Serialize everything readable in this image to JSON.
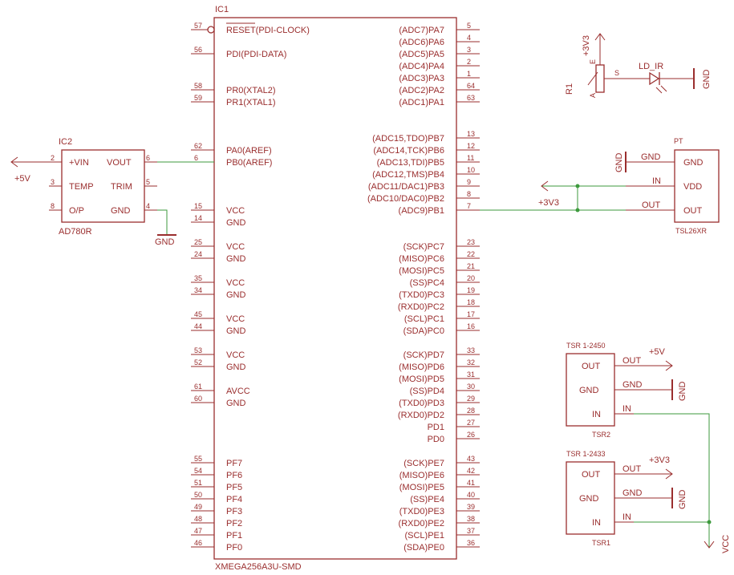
{
  "ic1": {
    "name": "IC1",
    "part": "XMEGA256A3U-SMD",
    "left_pins": [
      {
        "num": "57",
        "label": "RESET(PDI-CLOCK)"
      },
      {
        "num": "56",
        "label": "PDI(PDI-DATA)"
      },
      {
        "num": "58",
        "label": "PR0(XTAL2)"
      },
      {
        "num": "59",
        "label": "PR1(XTAL1)"
      },
      {
        "num": "62",
        "label": "PA0(AREF)"
      },
      {
        "num": "6",
        "label": "PB0(AREF)"
      },
      {
        "num": "15",
        "label": "VCC"
      },
      {
        "num": "14",
        "label": "GND"
      },
      {
        "num": "25",
        "label": "VCC"
      },
      {
        "num": "24",
        "label": "GND"
      },
      {
        "num": "35",
        "label": "VCC"
      },
      {
        "num": "34",
        "label": "GND"
      },
      {
        "num": "45",
        "label": "VCC"
      },
      {
        "num": "44",
        "label": "GND"
      },
      {
        "num": "53",
        "label": "VCC"
      },
      {
        "num": "52",
        "label": "GND"
      },
      {
        "num": "61",
        "label": "AVCC"
      },
      {
        "num": "60",
        "label": "GND"
      },
      {
        "num": "55",
        "label": "PF7"
      },
      {
        "num": "54",
        "label": "PF6"
      },
      {
        "num": "51",
        "label": "PF5"
      },
      {
        "num": "50",
        "label": "PF4"
      },
      {
        "num": "49",
        "label": "PF3"
      },
      {
        "num": "48",
        "label": "PF2"
      },
      {
        "num": "47",
        "label": "PF1"
      },
      {
        "num": "46",
        "label": "PF0"
      }
    ],
    "right_pins": [
      {
        "num": "5",
        "label": "(ADC7)PA7"
      },
      {
        "num": "4",
        "label": "(ADC6)PA6"
      },
      {
        "num": "3",
        "label": "(ADC5)PA5"
      },
      {
        "num": "2",
        "label": "(ADC4)PA4"
      },
      {
        "num": "1",
        "label": "(ADC3)PA3"
      },
      {
        "num": "64",
        "label": "(ADC2)PA2"
      },
      {
        "num": "63",
        "label": "(ADC1)PA1"
      },
      {
        "num": "13",
        "label": "(ADC15,TDO)PB7"
      },
      {
        "num": "12",
        "label": "(ADC14,TCK)PB6"
      },
      {
        "num": "11",
        "label": "(ADC13,TDI)PB5"
      },
      {
        "num": "10",
        "label": "(ADC12,TMS)PB4"
      },
      {
        "num": "9",
        "label": "(ADC11/DAC1)PB3"
      },
      {
        "num": "8",
        "label": "(ADC10/DAC0)PB2"
      },
      {
        "num": "7",
        "label": "(ADC9)PB1"
      },
      {
        "num": "23",
        "label": "(SCK)PC7"
      },
      {
        "num": "22",
        "label": "(MISO)PC6"
      },
      {
        "num": "21",
        "label": "(MOSI)PC5"
      },
      {
        "num": "20",
        "label": "(SS)PC4"
      },
      {
        "num": "19",
        "label": "(TXD0)PC3"
      },
      {
        "num": "18",
        "label": "(RXD0)PC2"
      },
      {
        "num": "17",
        "label": "(SCL)PC1"
      },
      {
        "num": "16",
        "label": "(SDA)PC0"
      },
      {
        "num": "33",
        "label": "(SCK)PD7"
      },
      {
        "num": "32",
        "label": "(MISO)PD6"
      },
      {
        "num": "31",
        "label": "(MOSI)PD5"
      },
      {
        "num": "30",
        "label": "(SS)PD4"
      },
      {
        "num": "29",
        "label": "(TXD0)PD3"
      },
      {
        "num": "28",
        "label": "(RXD0)PD2"
      },
      {
        "num": "27",
        "label": "PD1"
      },
      {
        "num": "26",
        "label": "PD0"
      },
      {
        "num": "43",
        "label": "(SCK)PE7"
      },
      {
        "num": "42",
        "label": "(MISO)PE6"
      },
      {
        "num": "41",
        "label": "(MOSI)PE5"
      },
      {
        "num": "40",
        "label": "(SS)PE4"
      },
      {
        "num": "39",
        "label": "(TXD0)PE3"
      },
      {
        "num": "38",
        "label": "(RXD0)PE2"
      },
      {
        "num": "37",
        "label": "(SCL)PE1"
      },
      {
        "num": "36",
        "label": "(SDA)PE0"
      }
    ]
  },
  "ic2": {
    "name": "IC2",
    "part": "AD780R",
    "pins": [
      {
        "num": "2",
        "label": "+VIN"
      },
      {
        "num": "6",
        "label": "VOUT"
      },
      {
        "num": "3",
        "label": "TEMP"
      },
      {
        "num": "5",
        "label": "TRIM"
      },
      {
        "num": "8",
        "label": "O/P"
      },
      {
        "num": "4",
        "label": "GND"
      }
    ],
    "supply": "+5V",
    "ground": "GND"
  },
  "r1": {
    "name": "R1",
    "pin_e": "E",
    "pin_a": "A",
    "pin_s": "S",
    "supply": "+3V3"
  },
  "led": {
    "name": "LD_IR",
    "ground": "GND"
  },
  "pt": {
    "name": "PT",
    "part": "TSL26XR",
    "pins": [
      "GND",
      "VDD",
      "OUT"
    ],
    "net_labels": [
      "GND",
      "IN",
      "OUT"
    ],
    "ground": "GND",
    "supply": "+3V3"
  },
  "tsr2": {
    "title": "TSR 1-2450",
    "name": "TSR2",
    "pins": [
      "OUT",
      "GND",
      "IN"
    ],
    "net_labels": [
      "OUT",
      "GND",
      "IN"
    ],
    "supply": "+5V",
    "ground": "GND"
  },
  "tsr1": {
    "title": "TSR 1-2433",
    "name": "TSR1",
    "pins": [
      "OUT",
      "GND",
      "IN"
    ],
    "net_labels": [
      "OUT",
      "GND",
      "IN"
    ],
    "supply": "+3V3",
    "ground": "GND",
    "input": "VCC"
  },
  "colors": {
    "symbol": "#9a2e2e",
    "wire": "#3d9a3d",
    "background": "#ffffff"
  }
}
